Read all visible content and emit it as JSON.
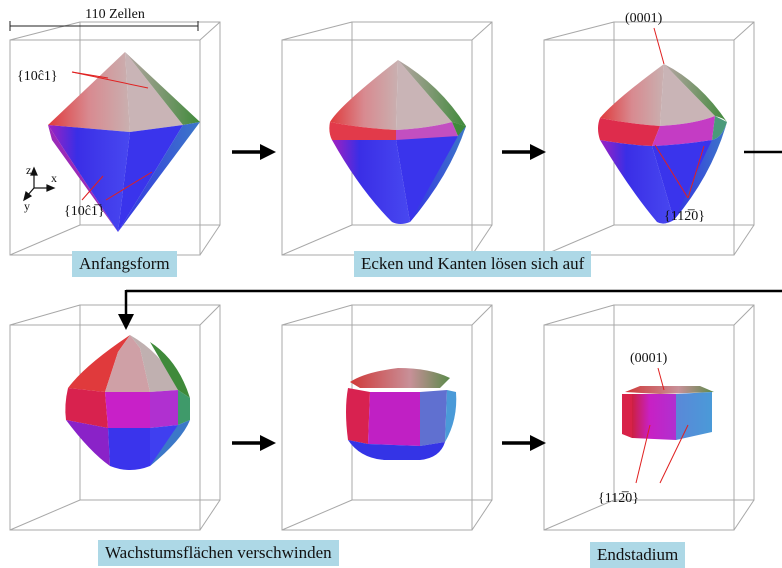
{
  "scale_label": "110 Zellen",
  "axis": {
    "z": "z",
    "x": "x",
    "y": "y"
  },
  "labels": {
    "pyramid_top": "{10ĉ1}",
    "pyramid_bottom": "{10ĉ1̅}",
    "basal_1": "(0001)",
    "prism_1": "{112̅0}",
    "basal_2": "(0001)",
    "prism_2": "{112̅0}"
  },
  "captions": {
    "initial": "Anfangsform",
    "corners": "Ecken und Kanten lösen sich auf",
    "faces": "Wachstumsflächen verschwinden",
    "final": "Endstadium"
  },
  "colors": {
    "red": "#e0383a",
    "pink": "#d99aa0",
    "green": "#3f8a3a",
    "blue": "#3030e8",
    "magenta": "#c020c0",
    "steel": "#4f8fd0",
    "caption_bg": "#add8e6"
  }
}
